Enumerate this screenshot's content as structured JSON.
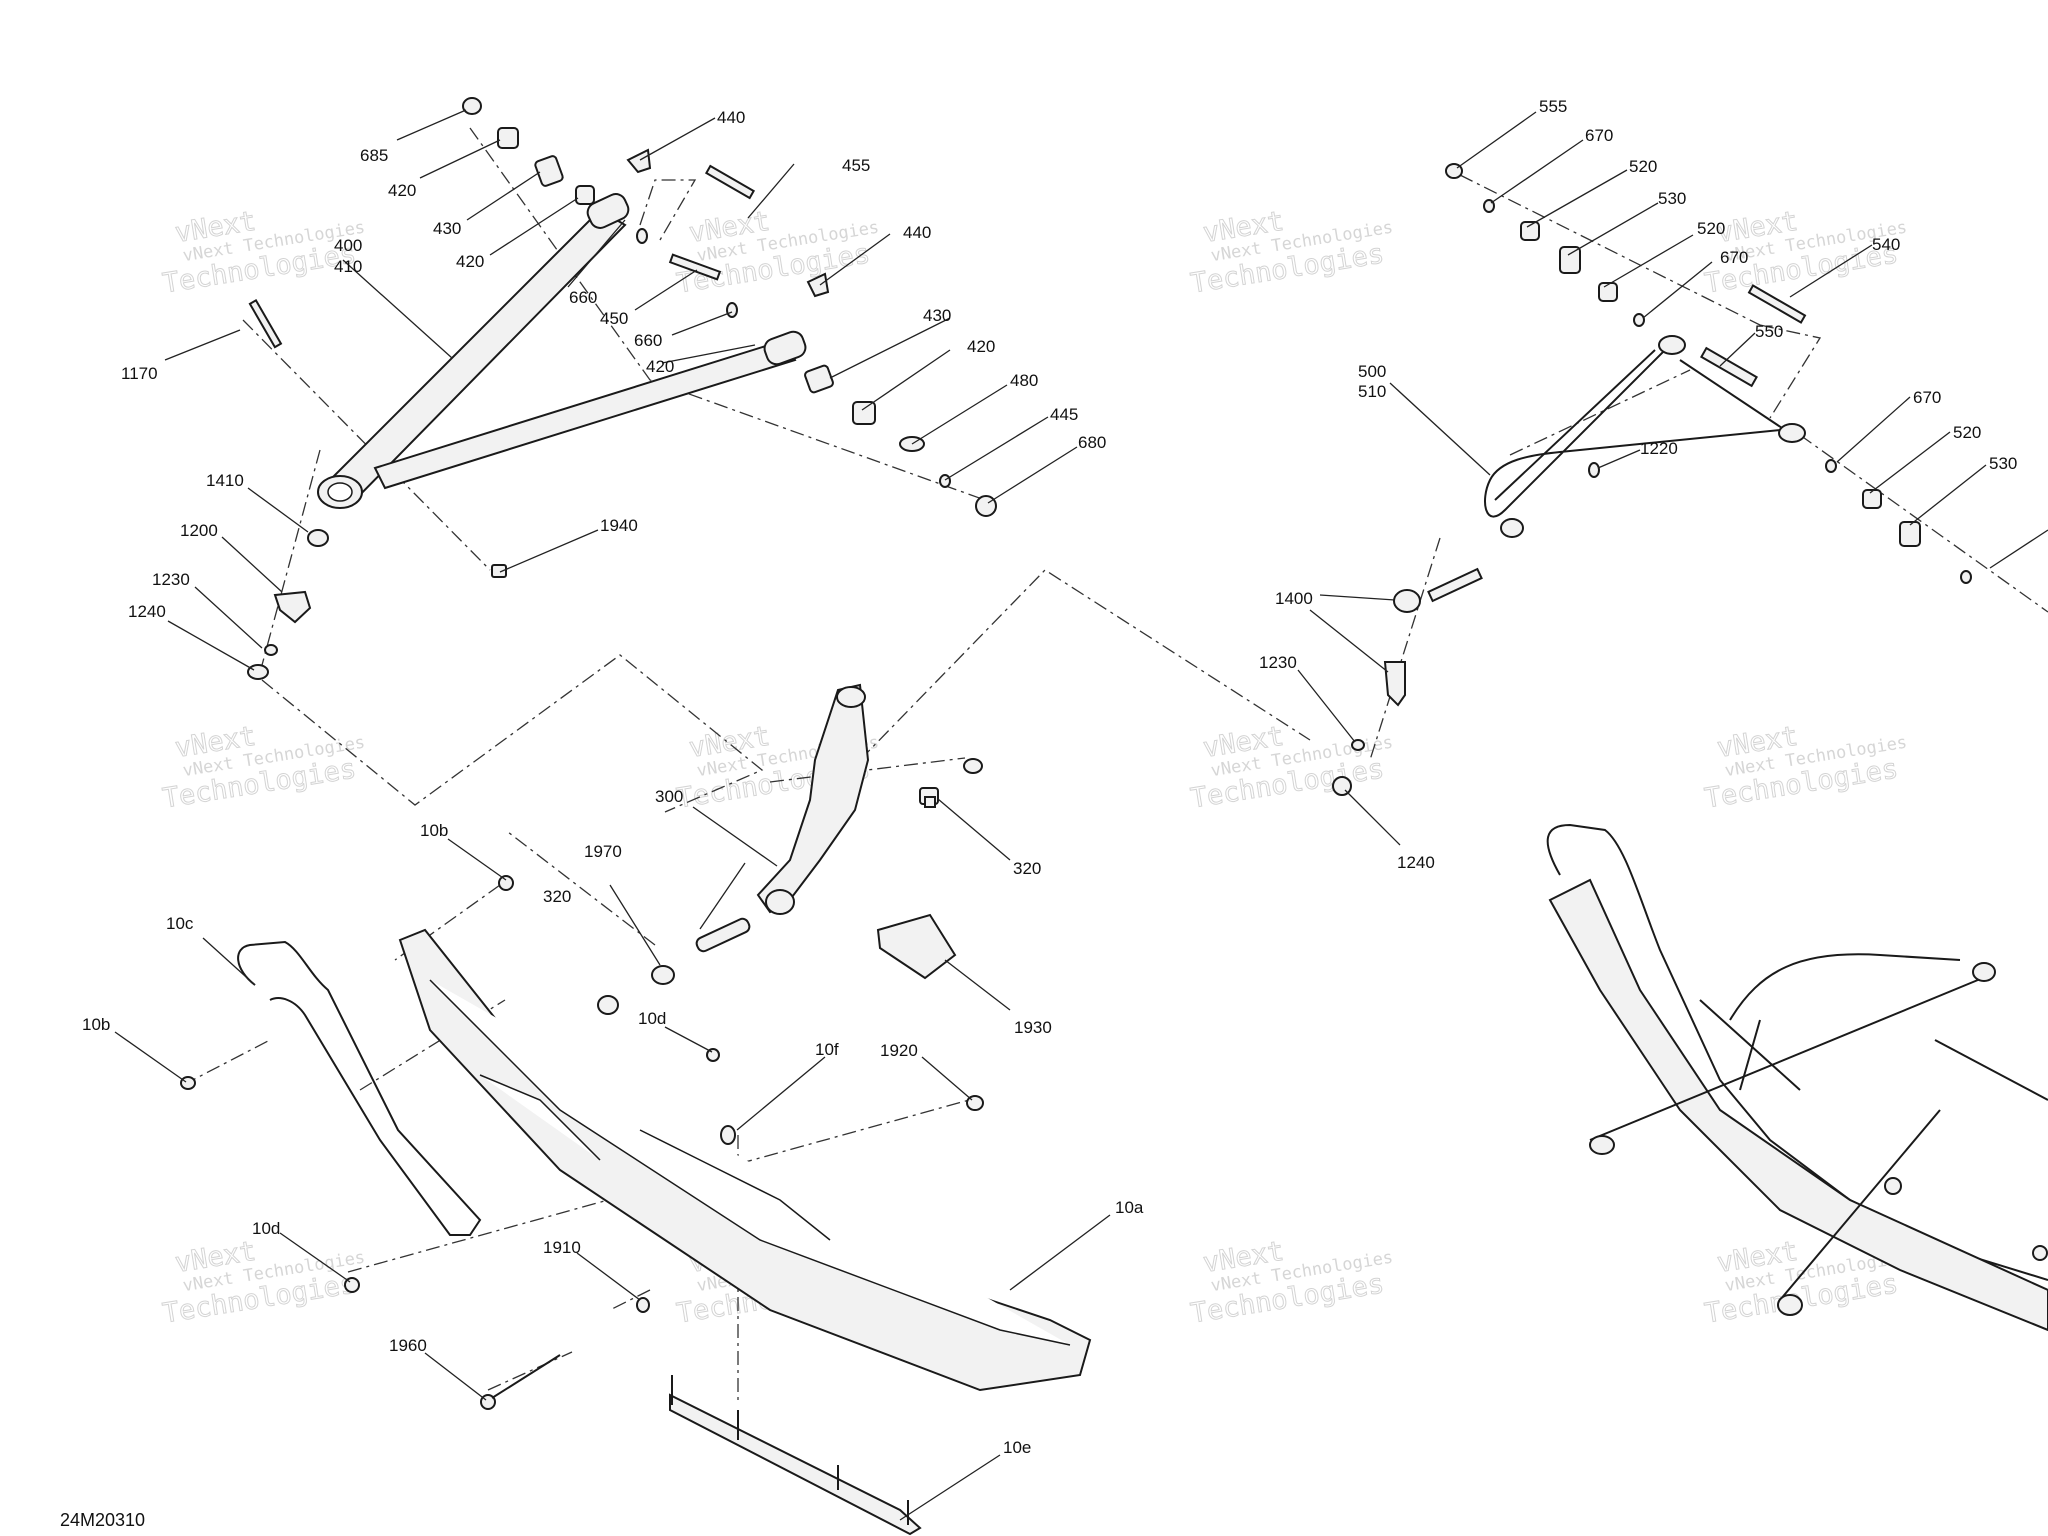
{
  "drawing_code": "24M20310",
  "watermark": {
    "line1": "vNext Technologies",
    "line2": "Technologies",
    "top": "vNext"
  },
  "callouts": {
    "c685": "685",
    "c420a": "420",
    "c430a": "430",
    "c420b": "420",
    "c440a": "440",
    "c455": "455",
    "c400": "400",
    "c410": "410",
    "c440b": "440",
    "c660a": "660",
    "c450": "450",
    "c660b": "660",
    "c420c": "420",
    "c430b": "430",
    "c420d": "420",
    "c480": "480",
    "c445": "445",
    "c680": "680",
    "c1170": "1170",
    "c1410": "1410",
    "c1200": "1200",
    "c1940": "1940",
    "c1230a": "1230",
    "c1240a": "1240",
    "c300": "300",
    "c320a": "320",
    "c320b": "320",
    "c1970": "1970",
    "c1930": "1930",
    "c10b_top": "10b",
    "c10c": "10c",
    "c10b_left": "10b",
    "c10d_mid": "10d",
    "c10f": "10f",
    "c1920": "1920",
    "c10d_low": "10d",
    "c1910": "1910",
    "c10a": "10a",
    "c1960": "1960",
    "c10e": "10e",
    "c555": "555",
    "c670a": "670",
    "c520a": "520",
    "c530a": "530",
    "c520b": "520",
    "c670b": "670",
    "c540": "540",
    "c550": "550",
    "c500": "500",
    "c510": "510",
    "c1220": "1220",
    "c670c": "670",
    "c520c": "520",
    "c530b": "530",
    "c1400": "1400",
    "c1230b": "1230",
    "c1240b": "1240"
  }
}
